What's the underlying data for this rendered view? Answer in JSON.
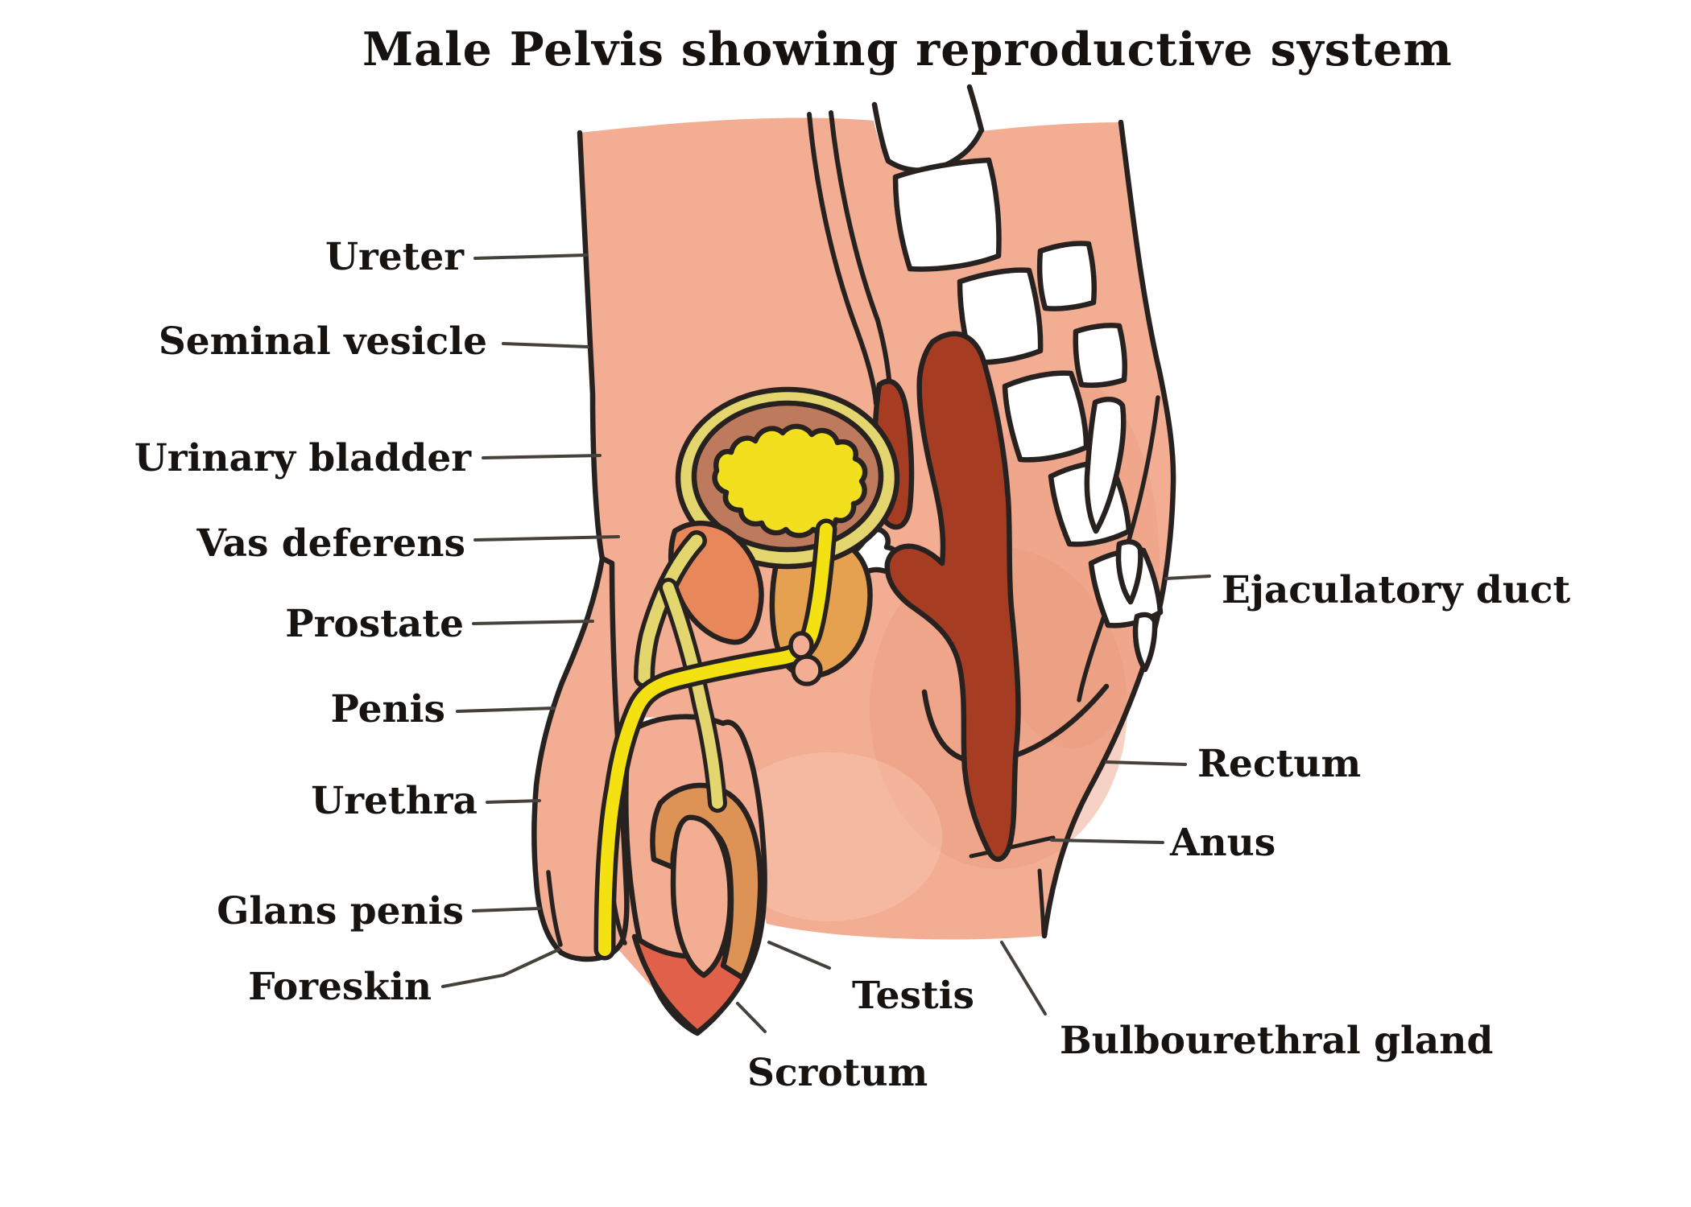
{
  "title": "Male Pelvis showing reproductive system",
  "diagram_type": "anatomical illustration, sagittal section of male pelvis",
  "labels": [
    {
      "id": "ureter",
      "text": "Ureter"
    },
    {
      "id": "seminal-vesicle",
      "text": "Seminal vesicle"
    },
    {
      "id": "urinary-bladder",
      "text": "Urinary bladder"
    },
    {
      "id": "vas-deferens",
      "text": "Vas deferens"
    },
    {
      "id": "prostate",
      "text": "Prostate"
    },
    {
      "id": "penis",
      "text": "Penis"
    },
    {
      "id": "urethra",
      "text": "Urethra"
    },
    {
      "id": "glans-penis",
      "text": "Glans penis"
    },
    {
      "id": "foreskin",
      "text": "Foreskin"
    },
    {
      "id": "ejaculatory-duct",
      "text": "Ejaculatory duct"
    },
    {
      "id": "rectum",
      "text": "Rectum"
    },
    {
      "id": "anus",
      "text": "Anus"
    },
    {
      "id": "testis",
      "text": "Testis"
    },
    {
      "id": "bulbourethral-gland",
      "text": "Bulbourethral gland"
    },
    {
      "id": "scrotum",
      "text": "Scrotum"
    }
  ],
  "colors": {
    "background": "#ffffff",
    "outline": "#272220",
    "body": "#F3AD93",
    "bodyShadow": "#E99B7E",
    "groinLight": "#F8C3AE",
    "bone": "#FFFFFF",
    "rectum": "#A63D23",
    "bladderWall": "#BE7A5C",
    "bladderInterior": "#F2DF1D",
    "duct": "#E3D66F",
    "urethra": "#F4E112",
    "prostate": "#E5A14F",
    "seminalVesicle": "#E7875A",
    "epididymis": "#DD9356",
    "scrotum": "#E0604A",
    "leader": "#47413C",
    "label": "#171310"
  }
}
